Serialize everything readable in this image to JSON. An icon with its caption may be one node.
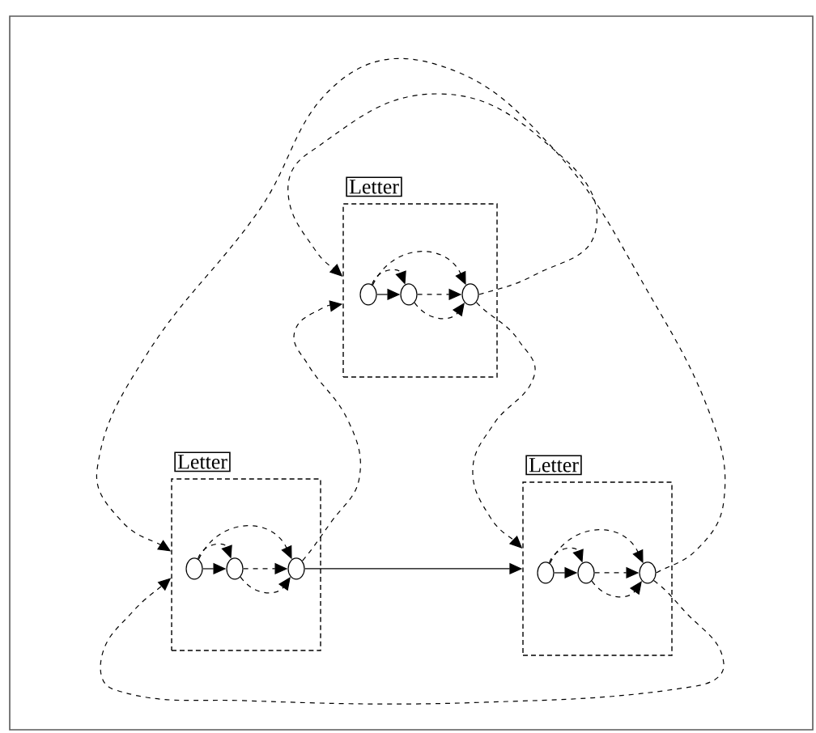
{
  "diagram": {
    "nodes": [
      {
        "text": [
          "Letter"
        ]
      },
      {
        "text": [],
        "shape": "circle",
        "in": 0
      },
      {
        "text": [],
        "shape": "circle",
        "in": 0
      },
      {
        "text": [],
        "shape": "circle",
        "in": 0
      },
      {
        "text": [
          "Letter"
        ]
      },
      {
        "text": [],
        "shape": "circle",
        "in": 4
      },
      {
        "text": [],
        "shape": "circle",
        "in": 4
      },
      {
        "text": [],
        "shape": "circle",
        "in": 4
      },
      {
        "text": [
          "Letter"
        ]
      },
      {
        "text": [],
        "shape": "circle",
        "in": 8
      },
      {
        "text": [],
        "shape": "circle",
        "in": 8
      },
      {
        "text": [],
        "shape": "circle",
        "in": 8
      }
    ],
    "edges": [
      {
        "from": 1,
        "to": 2,
        "arrow": "to"
      },
      {
        "from": 1,
        "to": 2,
        "arrow": "to",
        "style": "dashed"
      },
      {
        "from": 2,
        "to": 3,
        "arrow": "to",
        "style": "dashed"
      },
      {
        "from": 1,
        "to": 3,
        "arrow": "to",
        "style": "dashed"
      },
      {
        "from": 2,
        "to": 3,
        "arrow": "to",
        "style": "dashed"
      },
      {
        "from": 5,
        "to": 6,
        "arrow": "to"
      },
      {
        "from": 5,
        "to": 6,
        "arrow": "to",
        "style": "dashed"
      },
      {
        "from": 6,
        "to": 7,
        "arrow": "to",
        "style": "dashed"
      },
      {
        "from": 5,
        "to": 7,
        "arrow": "to",
        "style": "dashed"
      },
      {
        "from": 6,
        "to": 7,
        "arrow": "to",
        "style": "dashed"
      },
      {
        "from": 9,
        "to": 10,
        "arrow": "to"
      },
      {
        "from": 9,
        "to": 10,
        "arrow": "to",
        "style": "dashed"
      },
      {
        "from": 10,
        "to": 11,
        "arrow": "to",
        "style": "dashed"
      },
      {
        "from": 9,
        "to": 11,
        "arrow": "to",
        "style": "dashed"
      },
      {
        "from": 10,
        "to": 11,
        "arrow": "to",
        "style": "dashed"
      },
      {
        "from": 7,
        "to": 8,
        "arrow": "to"
      },
      {
        "from": 3,
        "to": 0,
        "arrow": "to",
        "style": "dashed"
      },
      {
        "from": 3,
        "to": 8,
        "arrow": "to",
        "style": "dashed"
      },
      {
        "from": 7,
        "to": 0,
        "arrow": "to",
        "style": "dashed"
      },
      {
        "from": 11,
        "to": 4,
        "arrow": "to",
        "style": "dashed"
      },
      {
        "from": 11,
        "to": 4,
        "arrow": "to",
        "style": "dashed"
      }
    ]
  }
}
